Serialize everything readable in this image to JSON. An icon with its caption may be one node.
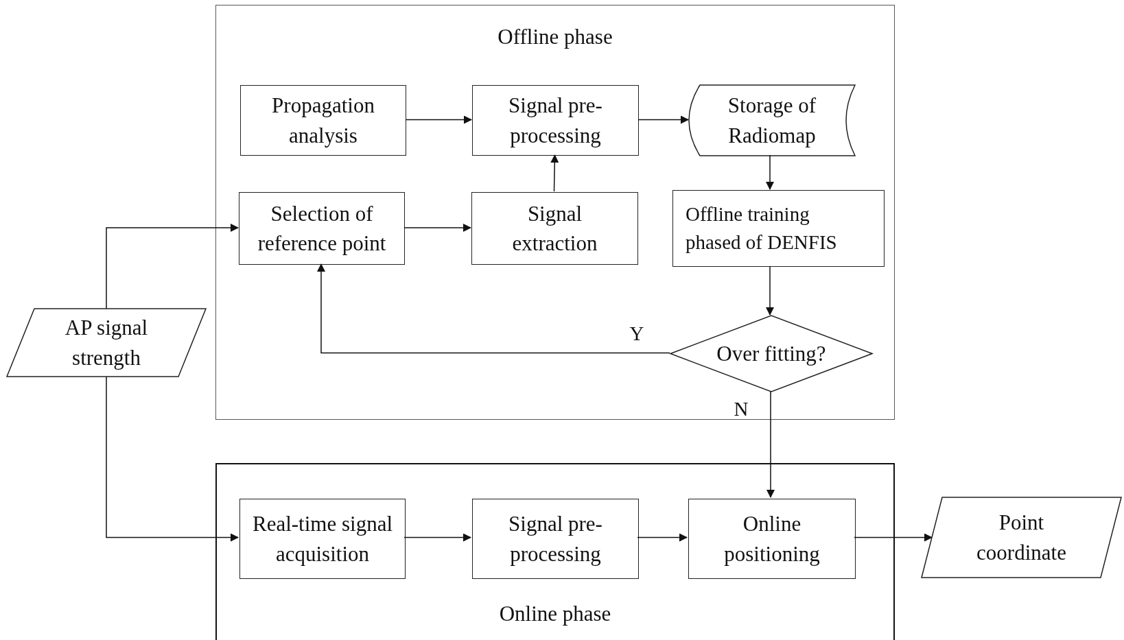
{
  "diagram": {
    "nodes": [
      {
        "text": [
          "Offline phase"
        ]
      },
      {
        "text": [
          "Propagation analysis"
        ],
        "in": 0
      },
      {
        "text": [
          "Signal pre-processing"
        ],
        "in": 0
      },
      {
        "text": [
          "Storage of Radiomap"
        ],
        "in": 0
      },
      {
        "text": [
          "Selection of reference point"
        ],
        "in": 0
      },
      {
        "text": [
          "Signal extraction"
        ],
        "in": 0
      },
      {
        "text": [
          "Offline training phased of DENFIS"
        ],
        "in": 0
      },
      {
        "text": [
          "Over fitting?"
        ],
        "in": 0
      },
      {
        "text": [
          "AP signal strength"
        ]
      },
      {
        "text": [
          "Online phase"
        ]
      },
      {
        "text": [
          "Real-time signal acquisition"
        ],
        "in": 9
      },
      {
        "text": [
          "Signal pre-processing"
        ],
        "in": 9
      },
      {
        "text": [
          "Online positioning"
        ],
        "in": 9
      },
      {
        "text": [
          "Point coordinate"
        ]
      }
    ],
    "edges": [
      {
        "from": 1,
        "to": 2,
        "arrow": "to"
      },
      {
        "from": 2,
        "to": 3,
        "arrow": "to"
      },
      {
        "from": 5,
        "to": 2,
        "arrow": "to"
      },
      {
        "from": 4,
        "to": 5,
        "arrow": "to"
      },
      {
        "from": 3,
        "to": 6,
        "arrow": "to"
      },
      {
        "from": 6,
        "to": 7,
        "arrow": "to"
      },
      {
        "from": 7,
        "to": 4,
        "arrow": "to",
        "label": "Y"
      },
      {
        "from": 7,
        "to": 12,
        "arrow": "to",
        "label": "N"
      },
      {
        "from": 8,
        "to": 4,
        "arrow": "to"
      },
      {
        "from": 8,
        "to": 10,
        "arrow": "to"
      },
      {
        "from": 10,
        "to": 11,
        "arrow": "to"
      },
      {
        "from": 11,
        "to": 12,
        "arrow": "to"
      },
      {
        "from": 12,
        "to": 13,
        "arrow": "to"
      }
    ]
  }
}
